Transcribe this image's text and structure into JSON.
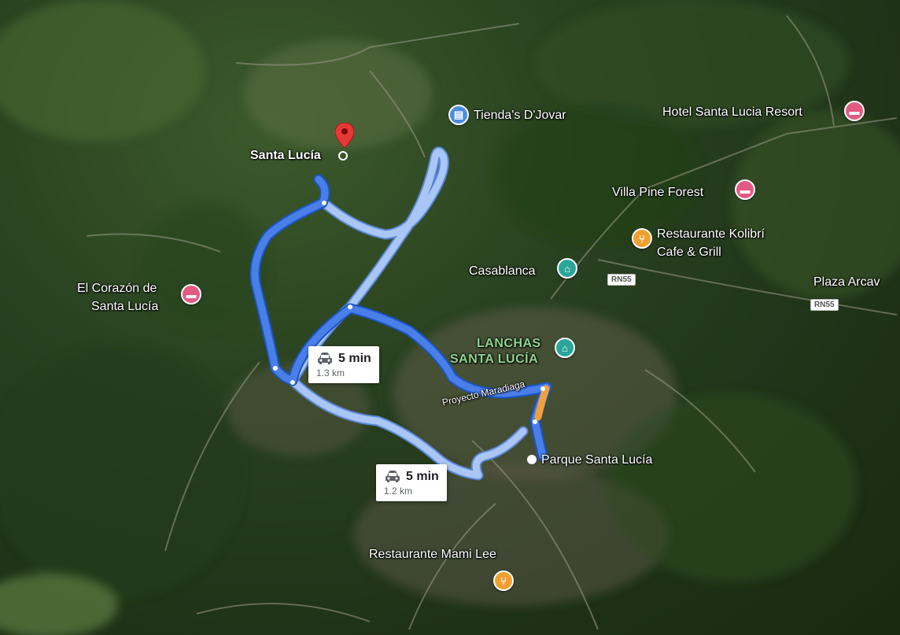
{
  "places": {
    "tiendas": "Tienda's D'Jovar",
    "hotel": "Hotel Santa Lucia Resort",
    "santa_lucia": "Santa Lucía",
    "villa_pine": "Villa Pine Forest",
    "kolibri_1": "Restaurante Kolibrí",
    "kolibri_2": "Cafe & Grill",
    "casablanca": "Casablanca",
    "plaza": "Plaza Arcav",
    "corazon_1": "El Corazón de",
    "corazon_2": "Santa Lucía",
    "lanchas_1": "LANCHAS",
    "lanchas_2": "SANTA LUCÍA",
    "parque": "Parque Santa Lucía",
    "mami_lee": "Restaurante Mami Lee",
    "proyecto": "Proyecto Maradiaga"
  },
  "roads": {
    "rn55_a": "RN55",
    "rn55_b": "RN55"
  },
  "routes": [
    {
      "time": "5 min",
      "distance": "1.3 km"
    },
    {
      "time": "5 min",
      "distance": "1.2 km"
    }
  ],
  "icons": {
    "hotel": "bed-icon",
    "restaurant": "fork-knife-icon",
    "shopping": "shopping-bag-icon",
    "landmark": "landmark-icon",
    "destination": "red-location-pin-icon",
    "car": "car-icon"
  },
  "colors": {
    "primary_route": "#4a7fe8",
    "alt_route": "#a9c6f5",
    "traffic": "#f2a03d",
    "destination_pin": "#e53935"
  }
}
